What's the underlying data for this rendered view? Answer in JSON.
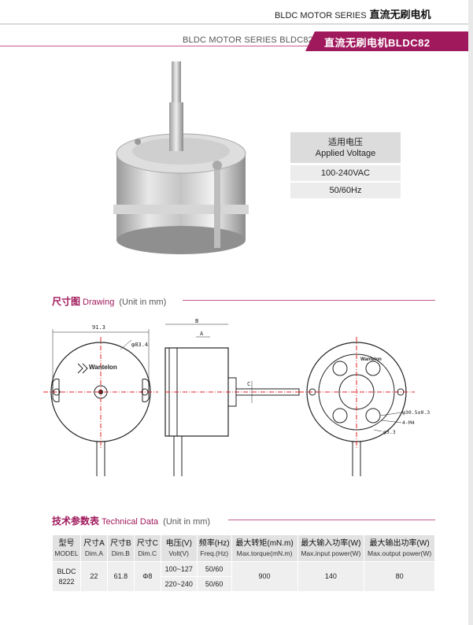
{
  "header": {
    "series_en": "BLDC MOTOR SERIES",
    "series_cn": "直流无刷电机"
  },
  "banner": {
    "left_text": "BLDC MOTOR SERIES BLDC82",
    "right_text": "直流无刷电机BLDC82"
  },
  "voltage_table": {
    "head_cn": "适用电压",
    "head_en": "Applied Voltage",
    "rows": [
      "100-240VAC",
      "50/60Hz"
    ]
  },
  "drawing_section": {
    "title_cn": "尺寸图",
    "title_en": "Drawing",
    "unit": "(Unit in mm)"
  },
  "drawing": {
    "dim_913": "91.3",
    "dim_phi": "φ83.4",
    "dim_b": "B",
    "dim_a": "A",
    "dim_c": "C",
    "brand": "Wantelon",
    "dim_hole": "φ30.5±0.3",
    "dim_holes": "4-M4",
    "dim_phi33": "φ3.3"
  },
  "tech_section": {
    "title_cn": "技术参数表",
    "title_en": "Technical Data",
    "unit": "(Unit in mm)"
  },
  "tech_table": {
    "headers": [
      {
        "cn": "型号",
        "en": "MODEL"
      },
      {
        "cn": "尺寸A",
        "en": "Dim.A"
      },
      {
        "cn": "尺寸B",
        "en": "Dim.B"
      },
      {
        "cn": "尺寸C",
        "en": "Dim.C"
      },
      {
        "cn": "电压(V)",
        "en": "Volt(V)"
      },
      {
        "cn": "频率(Hz)",
        "en": "Freq.(Hz)"
      },
      {
        "cn": "最大转矩(mN.m)",
        "en": "Max.torque(mN.m)"
      },
      {
        "cn": "最大输入功率(W)",
        "en": "Max.input power(W)"
      },
      {
        "cn": "最大输出功率(W)",
        "en": "Max.output power(W)"
      }
    ],
    "row": {
      "model_line1": "BLDC",
      "model_line2": "8222",
      "dim_a": "22",
      "dim_b": "61.8",
      "dim_c": "Φ8",
      "volt_1": "100~127",
      "volt_2": "220~240",
      "freq_1": "50/60",
      "freq_2": "50/60",
      "torque": "900",
      "input_power": "140",
      "output_power": "80"
    }
  },
  "colors": {
    "accent": "#a0195c",
    "accent_line": "#c95b8f",
    "dim_red": "#e02020"
  }
}
